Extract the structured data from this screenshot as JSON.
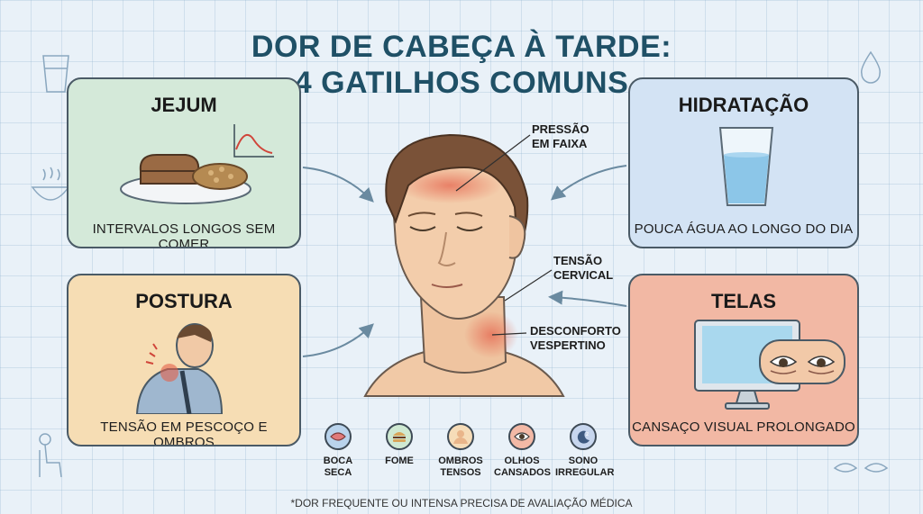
{
  "title": {
    "line1": "DOR DE CABEÇA À TARDE:",
    "line2": "4 GATILHOS COMUNS"
  },
  "cards": {
    "jejum": {
      "title": "JEJUM",
      "description": "INTERVALOS LONGOS SEM COMER",
      "color": "#d4e9d9"
    },
    "hidratacao": {
      "title": "HIDRATAÇÃO",
      "description": "POUCA ÁGUA AO LONGO DO DIA",
      "color": "#d3e3f4"
    },
    "postura": {
      "title": "POSTURA",
      "description": "TENSÃO EM PESCOÇO E OMBROS",
      "color": "#f6ddb4"
    },
    "telas": {
      "title": "TELAS",
      "description": "CANSAÇO VISUAL PROLONGADO",
      "color": "#f2b8a4"
    }
  },
  "center_labels": {
    "pressao_1": "PRESSÃO",
    "pressao_2": "EM FAIXA",
    "tensao_1": "TENSÃO",
    "tensao_2": "CERVICAL",
    "desconforto_1": "DESCONFORTO",
    "desconforto_2": "VESPERTINO"
  },
  "symptoms": [
    {
      "line1": "BOCA",
      "line2": "SECA",
      "icon": "mouth-icon",
      "color": "#b9d3ec"
    },
    {
      "line1": "FOME",
      "line2": "",
      "icon": "burger-icon",
      "color": "#cfe9d2"
    },
    {
      "line1": "OMBROS",
      "line2": "TENSOS",
      "icon": "shoulders-icon",
      "color": "#f6dcb8"
    },
    {
      "line1": "OLHOS",
      "line2": "CANSADOS",
      "icon": "eye-icon",
      "color": "#f3b9a6"
    },
    {
      "line1": "SONO",
      "line2": "IRREGULAR",
      "icon": "moon-icon",
      "color": "#c7d6ee"
    }
  ],
  "footnote": "*DOR FREQUENTE OU INTENSA PRECISA DE AVALIAÇÃO MÉDICA",
  "accent_color": "#1f5066"
}
